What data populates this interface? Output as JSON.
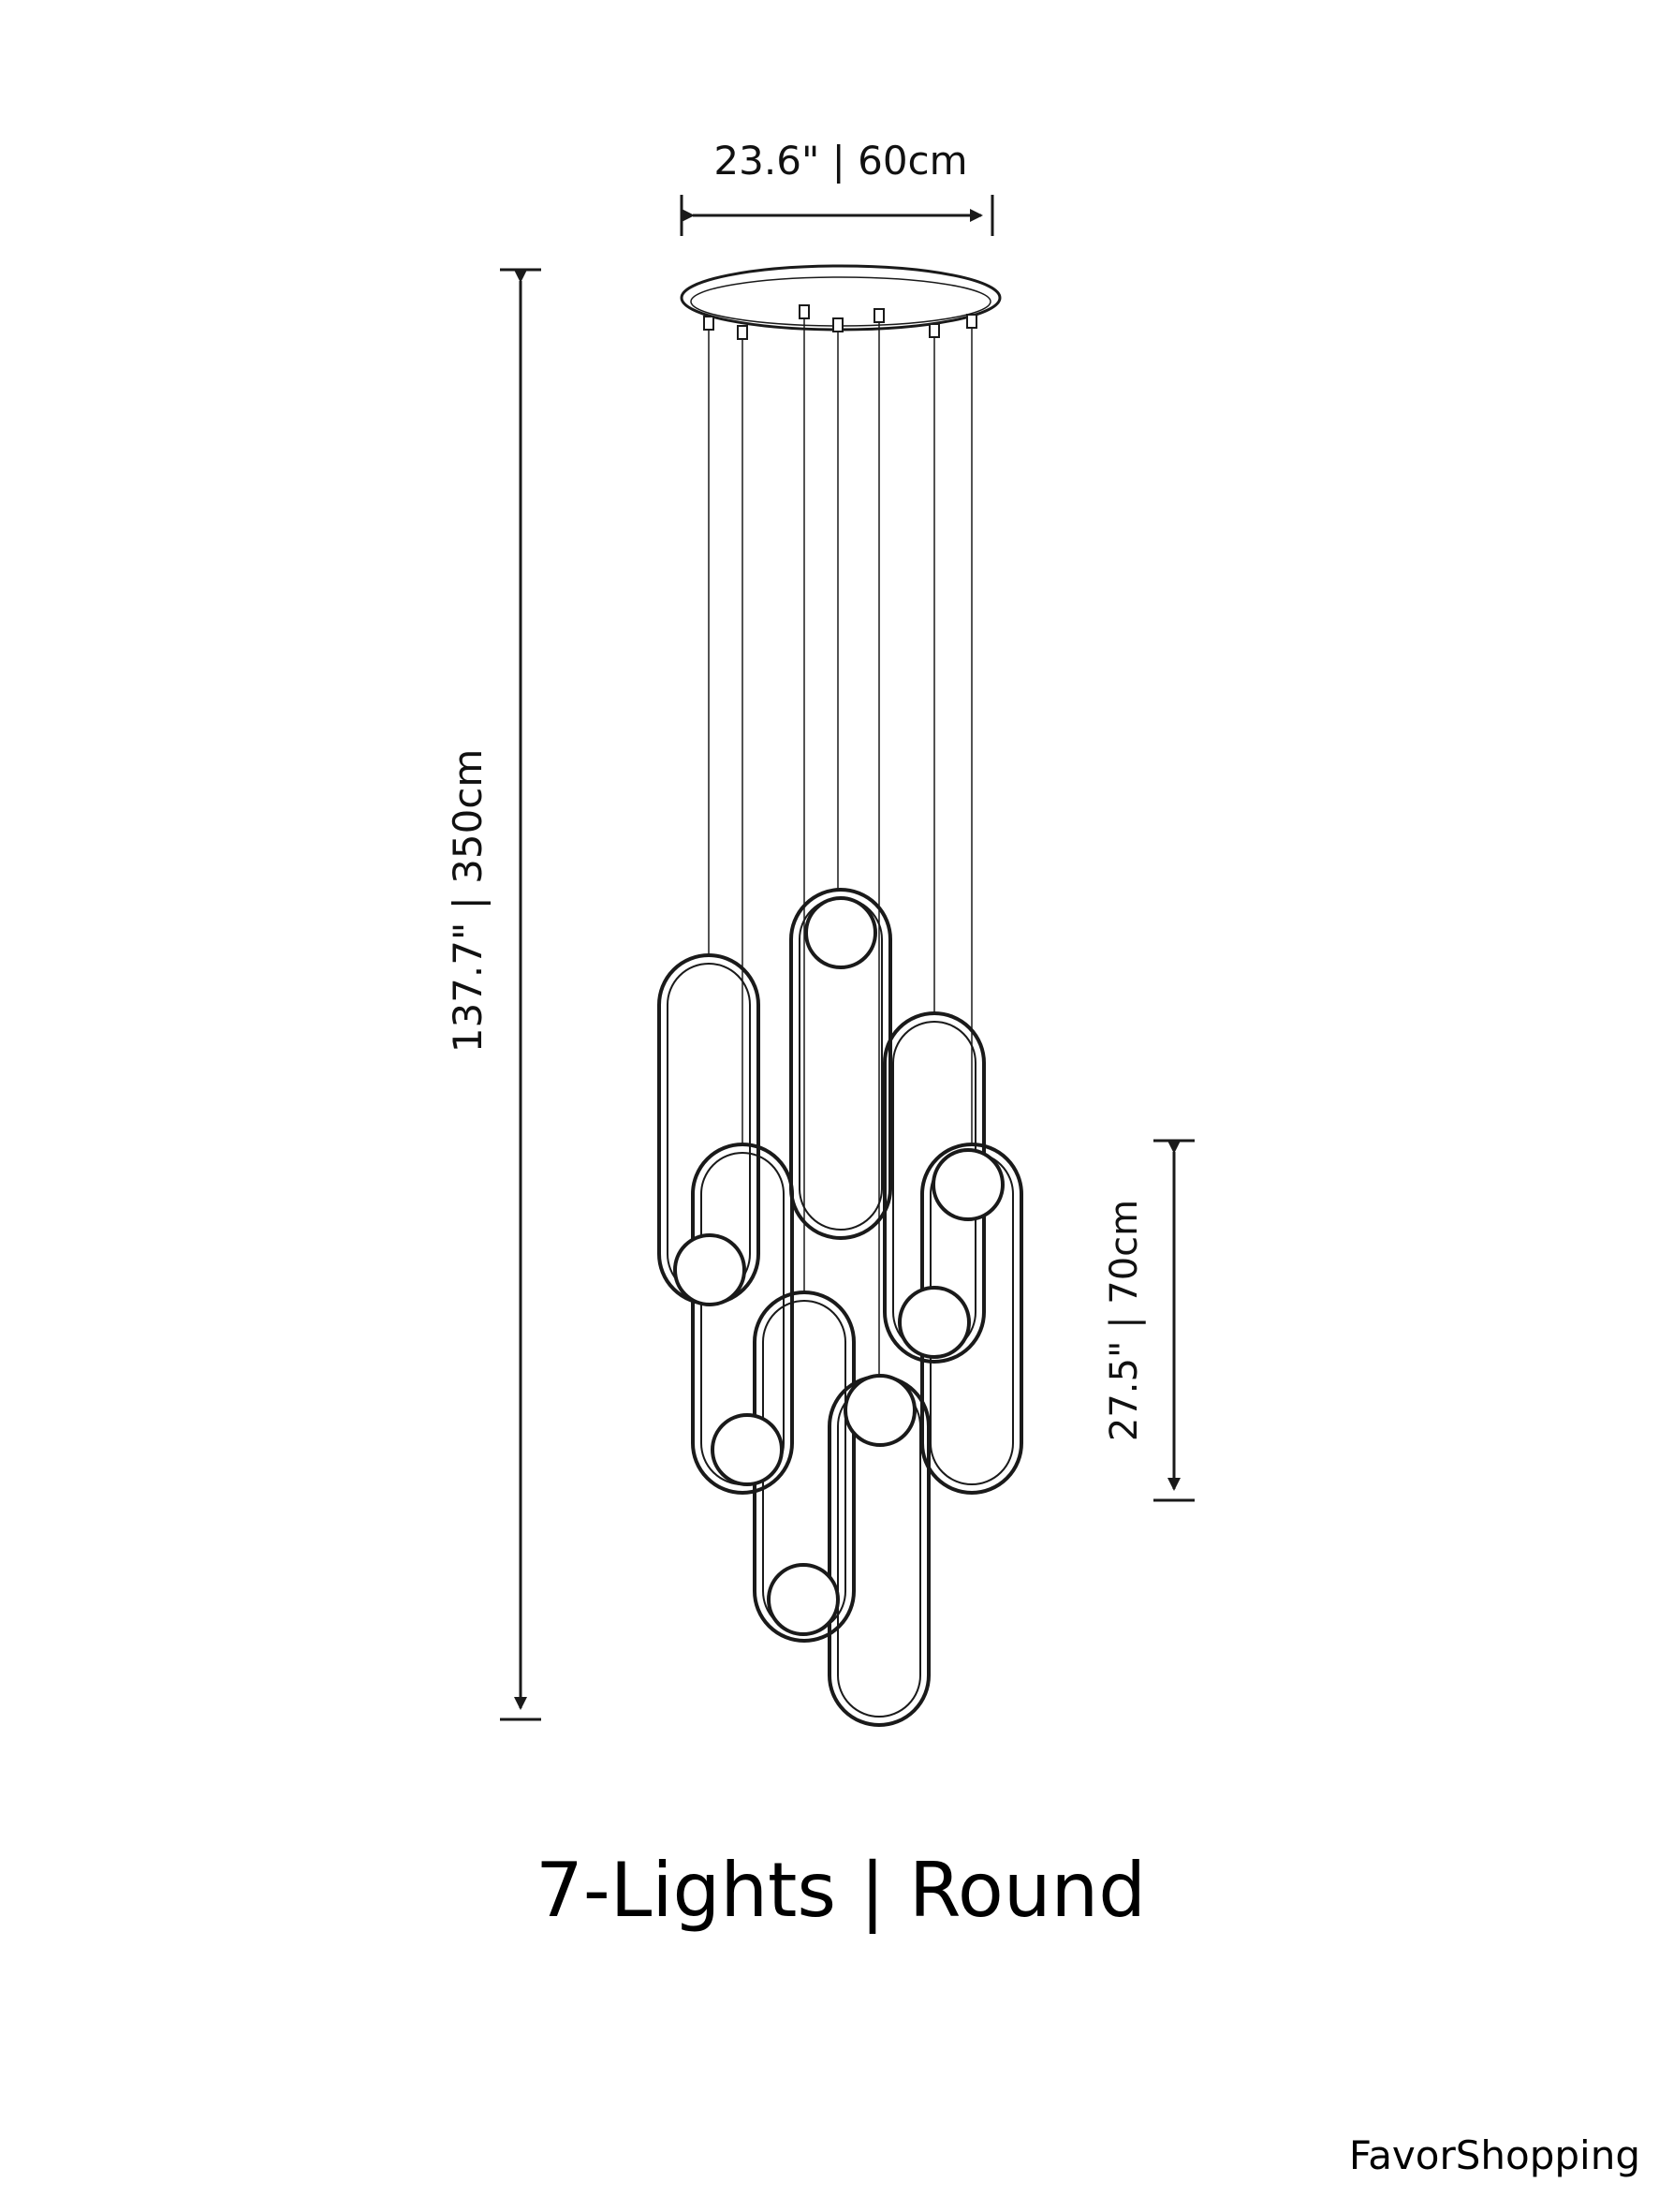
{
  "dimensions": {
    "width": "23.6\" | 60cm",
    "height": "137.7\" | 350cm",
    "pendant_length": "27.5\" | 70cm"
  },
  "title": "7-Lights | Round",
  "brand": "FavorShopping",
  "colors": {
    "line": "#1a1a1a",
    "background": "#ffffff"
  }
}
